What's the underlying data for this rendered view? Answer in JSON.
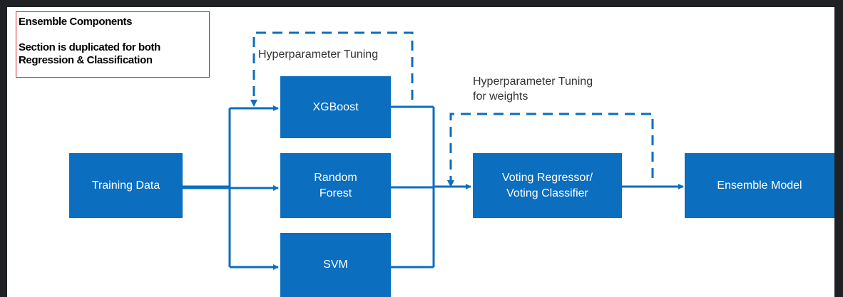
{
  "note": {
    "title": "Ensemble Components",
    "line1": "Section is duplicated for both",
    "line2": "Regression & Classification"
  },
  "nodes": {
    "training_data": "Training Data",
    "xgboost": "XGBoost",
    "random_forest_l1": "Random",
    "random_forest_l2": "Forest",
    "svm": "SVM",
    "voting_l1": "Voting Regressor/",
    "voting_l2": "Voting Classifier",
    "ensemble_model": "Ensemble Model"
  },
  "labels": {
    "tuning_models": "Hyperparameter Tuning",
    "tuning_weights_l1": "Hyperparameter Tuning",
    "tuning_weights_l2": "for weights"
  },
  "colors": {
    "box_fill": "#0b6ebf",
    "connector": "#0b6ebf",
    "note_border": "#e0201b",
    "background": "#ffffff",
    "frame": "#1f2124"
  }
}
